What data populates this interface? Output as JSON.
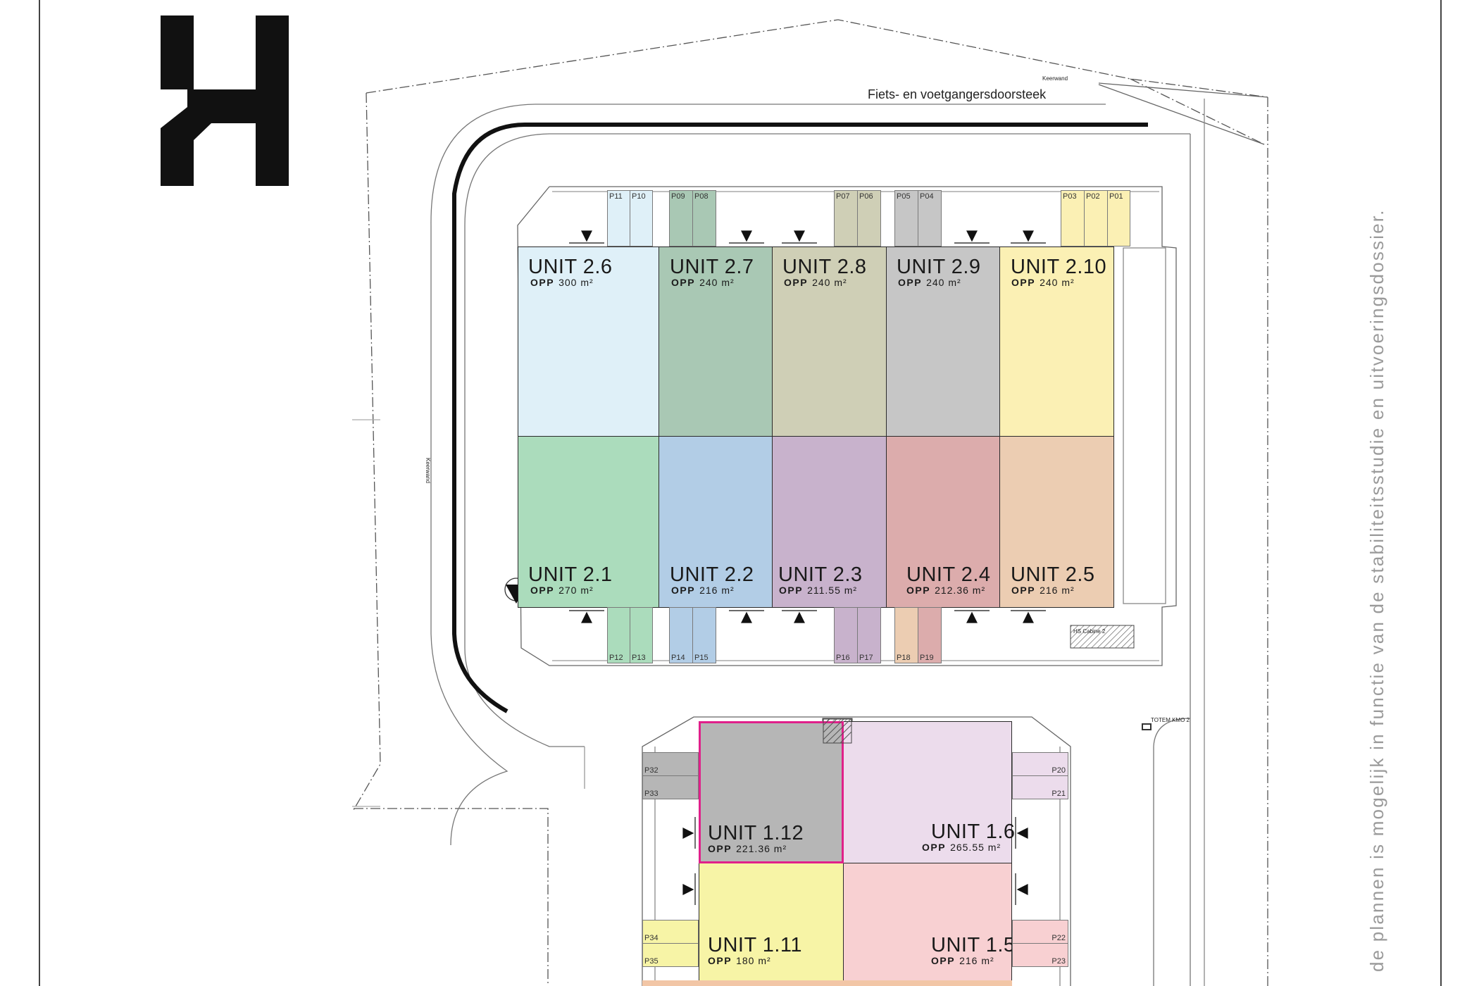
{
  "annotations": {
    "path_label": "Fiets- en voetgangersdoorsteek",
    "keerwand_top": "Keerwand",
    "keerwand_left": "Keerwand",
    "hs_cabine": "HS Cabine 2",
    "totem": "TOTEM KMO 2"
  },
  "side_note": "de plannen is mogelijk in functie van de stabiliteitsstudie en uitvoeringsdossier.",
  "area_prefix": "OPP",
  "colors": {
    "unit_2_6": "#dff0f8",
    "unit_2_7": "#a9c8b4",
    "unit_2_8": "#cfcfb6",
    "unit_2_9": "#c6c6c6",
    "unit_2_10": "#fbf0b4",
    "unit_2_1": "#abdcbc",
    "unit_2_2": "#b2cde6",
    "unit_2_3": "#c8b2cc",
    "unit_2_4": "#dcacac",
    "unit_2_5": "#eccdb2",
    "unit_1_12": "#b6b6b6",
    "unit_1_6": "#ecdcec",
    "unit_1_11": "#f7f4a6",
    "unit_1_5": "#f8d0d2",
    "selection": "#e0208a"
  },
  "units": {
    "u2_6": {
      "name": "UNIT 2.6",
      "area": "300 m²"
    },
    "u2_7": {
      "name": "UNIT 2.7",
      "area": "240 m²"
    },
    "u2_8": {
      "name": "UNIT 2.8",
      "area": "240 m²"
    },
    "u2_9": {
      "name": "UNIT 2.9",
      "area": "240 m²"
    },
    "u2_10": {
      "name": "UNIT 2.10",
      "area": "240 m²"
    },
    "u2_1": {
      "name": "UNIT 2.1",
      "area": "270 m²"
    },
    "u2_2": {
      "name": "UNIT 2.2",
      "area": "216 m²"
    },
    "u2_3": {
      "name": "UNIT 2.3",
      "area": "211.55 m²"
    },
    "u2_4": {
      "name": "UNIT 2.4",
      "area": "212.36 m²"
    },
    "u2_5": {
      "name": "UNIT 2.5",
      "area": "216 m²"
    },
    "u1_12": {
      "name": "UNIT 1.12",
      "area": "221.36 m²"
    },
    "u1_6": {
      "name": "UNIT 1.6",
      "area": "265.55 m²"
    },
    "u1_11": {
      "name": "UNIT 1.11",
      "area": "180 m²"
    },
    "u1_5": {
      "name": "UNIT 1.5",
      "area": "216 m²"
    }
  },
  "parking": {
    "p01": "P01",
    "p02": "P02",
    "p03": "P03",
    "p04": "P04",
    "p05": "P05",
    "p06": "P06",
    "p07": "P07",
    "p08": "P08",
    "p09": "P09",
    "p10": "P10",
    "p11": "P11",
    "p12": "P12",
    "p13": "P13",
    "p14": "P14",
    "p15": "P15",
    "p16": "P16",
    "p17": "P17",
    "p18": "P18",
    "p19": "P19",
    "p20": "P20",
    "p21": "P21",
    "p22": "P22",
    "p23": "P23",
    "p32": "P32",
    "p33": "P33",
    "p34": "P34",
    "p35": "P35"
  }
}
